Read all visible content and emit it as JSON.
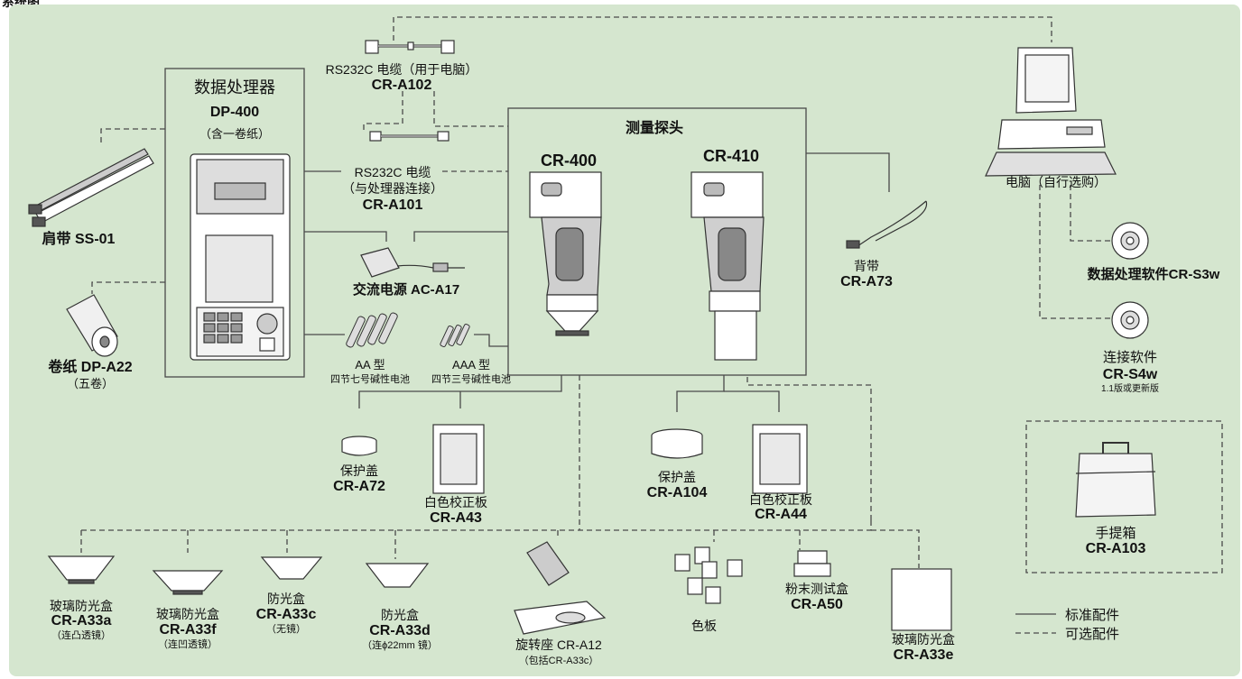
{
  "page_title": "系统图",
  "processor": {
    "title": "数据处理器",
    "model": "DP-400",
    "note": "（含一卷纸）"
  },
  "probe": {
    "title": "测量探头",
    "head_a": "CR-400",
    "head_b": "CR-410"
  },
  "pc": {
    "label": "电脑（自行选购）"
  },
  "cables": {
    "pc_cable": {
      "name": "RS232C 电缆（用于电脑）",
      "model": "CR-A102"
    },
    "dp_cable": {
      "name": "RS232C 电缆",
      "sub": "（与处理器连接）",
      "model": "CR-A101"
    }
  },
  "accessories": {
    "shoulder_strap": "肩带 SS-01",
    "roll_paper": {
      "name": "卷纸 DP-A22",
      "sub": "（五卷）"
    },
    "ac_adapter": "交流电源 AC-A17",
    "aa_battery": {
      "name": "AA 型",
      "sub": "四节七号碱性电池"
    },
    "aaa_battery": {
      "name": "AAA 型",
      "sub": "四节三号碱性电池"
    },
    "hand_strap": {
      "name": "背带",
      "model": "CR-A73"
    },
    "software_data": "数据处理软件CR-S3w",
    "software_link": {
      "name": "连接软件",
      "model": "CR-S4w",
      "note": "1.1版或更新版"
    },
    "case": {
      "name": "手提箱",
      "model": "CR-A103"
    },
    "cap_a72": {
      "name": "保护盖",
      "model": "CR-A72"
    },
    "cal_a43": {
      "name": "白色校正板",
      "model": "CR-A43"
    },
    "cap_a104": {
      "name": "保护盖",
      "model": "CR-A104"
    },
    "cal_a44": {
      "name": "白色校正板",
      "model": "CR-A44"
    },
    "a33a": {
      "name": "玻璃防光盒",
      "model": "CR-A33a",
      "note": "（连凸透镜）"
    },
    "a33f": {
      "name": "玻璃防光盒",
      "model": "CR-A33f",
      "note": "（连凹透镜）"
    },
    "a33c": {
      "name": "防光盒",
      "model": "CR-A33c",
      "note": "（无镜）"
    },
    "a33d": {
      "name": "防光盒",
      "model": "CR-A33d",
      "note": "（连ϕ22mm 镜）"
    },
    "stand": {
      "name": "旋转座 CR-A12",
      "note": "（包括CR-A33c）"
    },
    "color_tiles": "色板",
    "powder": {
      "name": "粉末测试盒",
      "model": "CR-A50"
    },
    "a33e": {
      "name": "玻璃防光盒",
      "model": "CR-A33e"
    }
  },
  "legend": {
    "standard": "标准配件",
    "optional": "可选配件"
  },
  "colors": {
    "background": "#d5e6cf",
    "line": "#4a4a4a"
  }
}
